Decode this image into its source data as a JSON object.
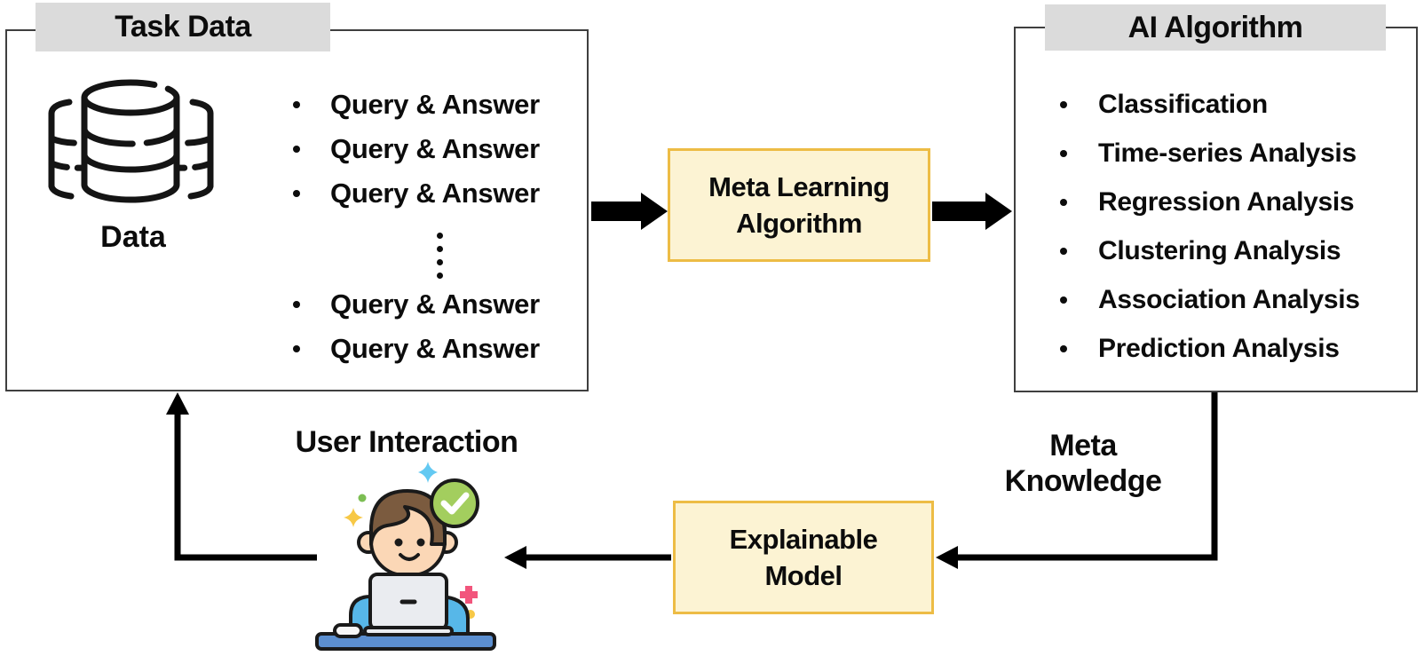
{
  "task_box": {
    "title": "Task Data",
    "data_label": "Data",
    "items": [
      "Query & Answer",
      "Query & Answer",
      "Query & Answer",
      "Query & Answer",
      "Query & Answer"
    ],
    "ellipsis_dots": 4
  },
  "meta_box": {
    "line1": "Meta Learning",
    "line2": "Algorithm"
  },
  "ai_box": {
    "title": "AI Algorithm",
    "items": [
      "Classification",
      "Time-series Analysis",
      "Regression Analysis",
      "Clustering Analysis",
      "Association Analysis",
      "Prediction Analysis"
    ]
  },
  "explainable_box": {
    "line1": "Explainable",
    "line2": "Model"
  },
  "labels": {
    "user_interaction": "User Interaction",
    "meta_knowledge_line1": "Meta",
    "meta_knowledge_line2": "Knowledge"
  },
  "colors": {
    "highlight_fill": "#FCF3D3",
    "highlight_border": "#EDBC45",
    "header_bg": "#DBDBDB",
    "box_border": "#3F3F3F",
    "arrow": "#000000",
    "skin": "#FBD7B6",
    "hair": "#7B5B3F",
    "shirt": "#57B7E8",
    "desk": "#5C8FD0",
    "laptop": "#EAECF0",
    "badge_green": "#A3CE5E",
    "sparkle_blue": "#63C9F2",
    "sparkle_yellow": "#F7C846",
    "sparkle_pink": "#F2557C",
    "sparkle_green": "#7CBE53"
  }
}
